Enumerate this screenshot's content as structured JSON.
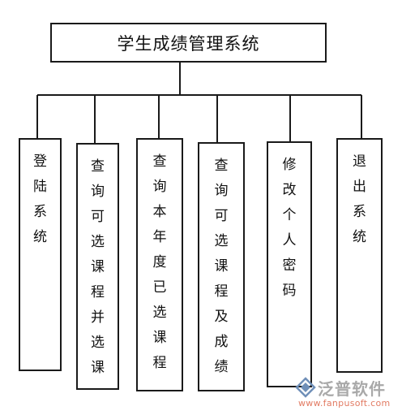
{
  "diagram": {
    "root": {
      "label": "学生成绩管理系统"
    },
    "children": [
      {
        "label": "登陆系统"
      },
      {
        "label": "查询可选课程并选课"
      },
      {
        "label": "查询本年度已选课程"
      },
      {
        "label": "查询可选课程及成绩"
      },
      {
        "label": "修改个人密码"
      },
      {
        "label": "退出系统"
      }
    ]
  },
  "watermark": {
    "brand": "泛普软件",
    "url": "www.fanpusoft.com"
  },
  "colors": {
    "line": "#1a1a1a",
    "watermark_text": "#a9a9a9",
    "watermark_url": "#e27b63",
    "watermark_icon": "#6f8fb8"
  }
}
